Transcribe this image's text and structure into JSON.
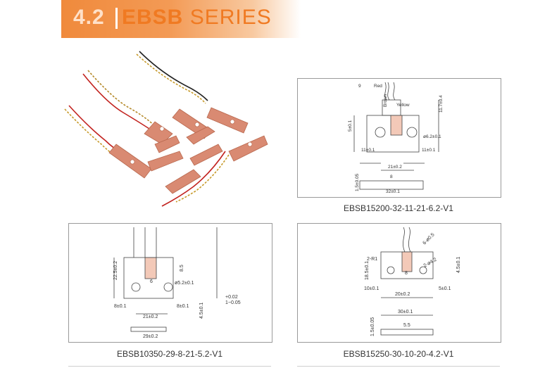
{
  "header": {
    "number": "4.2",
    "brand": "EBSB",
    "word": "SERIES"
  },
  "diagram1": {
    "caption": "EBSB15200-32-11-21-6.2-V1",
    "wire_labels": [
      "Red",
      "Brown",
      "Yellow"
    ],
    "dims": {
      "top_gap": "9",
      "height": "11.7±0.4",
      "tab_h": "5±0.1",
      "hole": "ø6.2±0.1",
      "left": "11±0.1",
      "right": "11±0.1",
      "center": "21±0.2",
      "thick": "1.5±0.05",
      "mid": "8",
      "width": "32±0.1"
    }
  },
  "diagram2": {
    "caption": "EBSB10350-29-8-21-5.2-V1",
    "dims": {
      "height": "22.5±0.2",
      "tab": "8.5",
      "g": "6",
      "hole": "ø5.2±0.1",
      "left": "8±0.1",
      "right": "8±0.1",
      "center": "21±0.2",
      "width": "29±0.2",
      "side": "4.5±0.1",
      "tol_top": "+0.02",
      "tol_bot": "1−0.05"
    }
  },
  "diagram3": {
    "caption": "EBSB15250-30-10-20-4.2-V1",
    "dims": {
      "r1": "2-R1",
      "d1": "6-ø0.5",
      "height": "18.5±0.1",
      "tab": "8",
      "hole": "2-ø4.2",
      "side": "4.5±0.1",
      "left": "10±0.1",
      "right": "5±0.1",
      "center": "20±0.2",
      "width": "30±0.1",
      "thick": "1.5±0.05",
      "mid": "5.5"
    }
  }
}
